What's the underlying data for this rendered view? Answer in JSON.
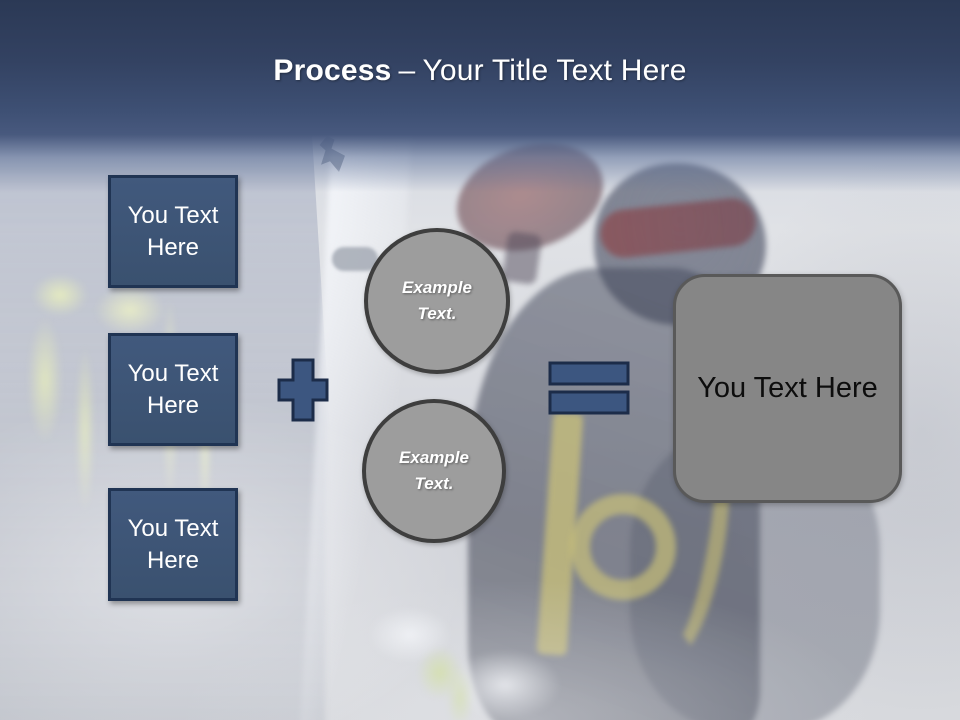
{
  "title": {
    "topic": "Process",
    "dash": "–",
    "subtitle": "Your Title Text Here"
  },
  "boxes": [
    {
      "label": "You Text Here"
    },
    {
      "label": "You Text Here"
    },
    {
      "label": "You Text Here"
    }
  ],
  "operators": {
    "plus": "plus-sign",
    "equals": "equals-sign"
  },
  "circles": [
    {
      "label": "Example Text."
    },
    {
      "label": "Example Text."
    }
  ],
  "result": {
    "label": "You Text Here"
  },
  "colors": {
    "header_top": "#2b3955",
    "header_bottom": "#48597e",
    "box_fill": "#3d5577",
    "box_border": "#203453",
    "operator_fill": "#3c5680",
    "operator_border": "#1c2c49",
    "circle_fill": "#9d9d9d",
    "circle_border": "#3e3e3e",
    "result_fill": "#868686",
    "result_border": "#595959",
    "title_text": "#ffffff",
    "box_text": "#ffffff",
    "circle_text": "#ffffff",
    "result_text": "#0d0d0d"
  }
}
